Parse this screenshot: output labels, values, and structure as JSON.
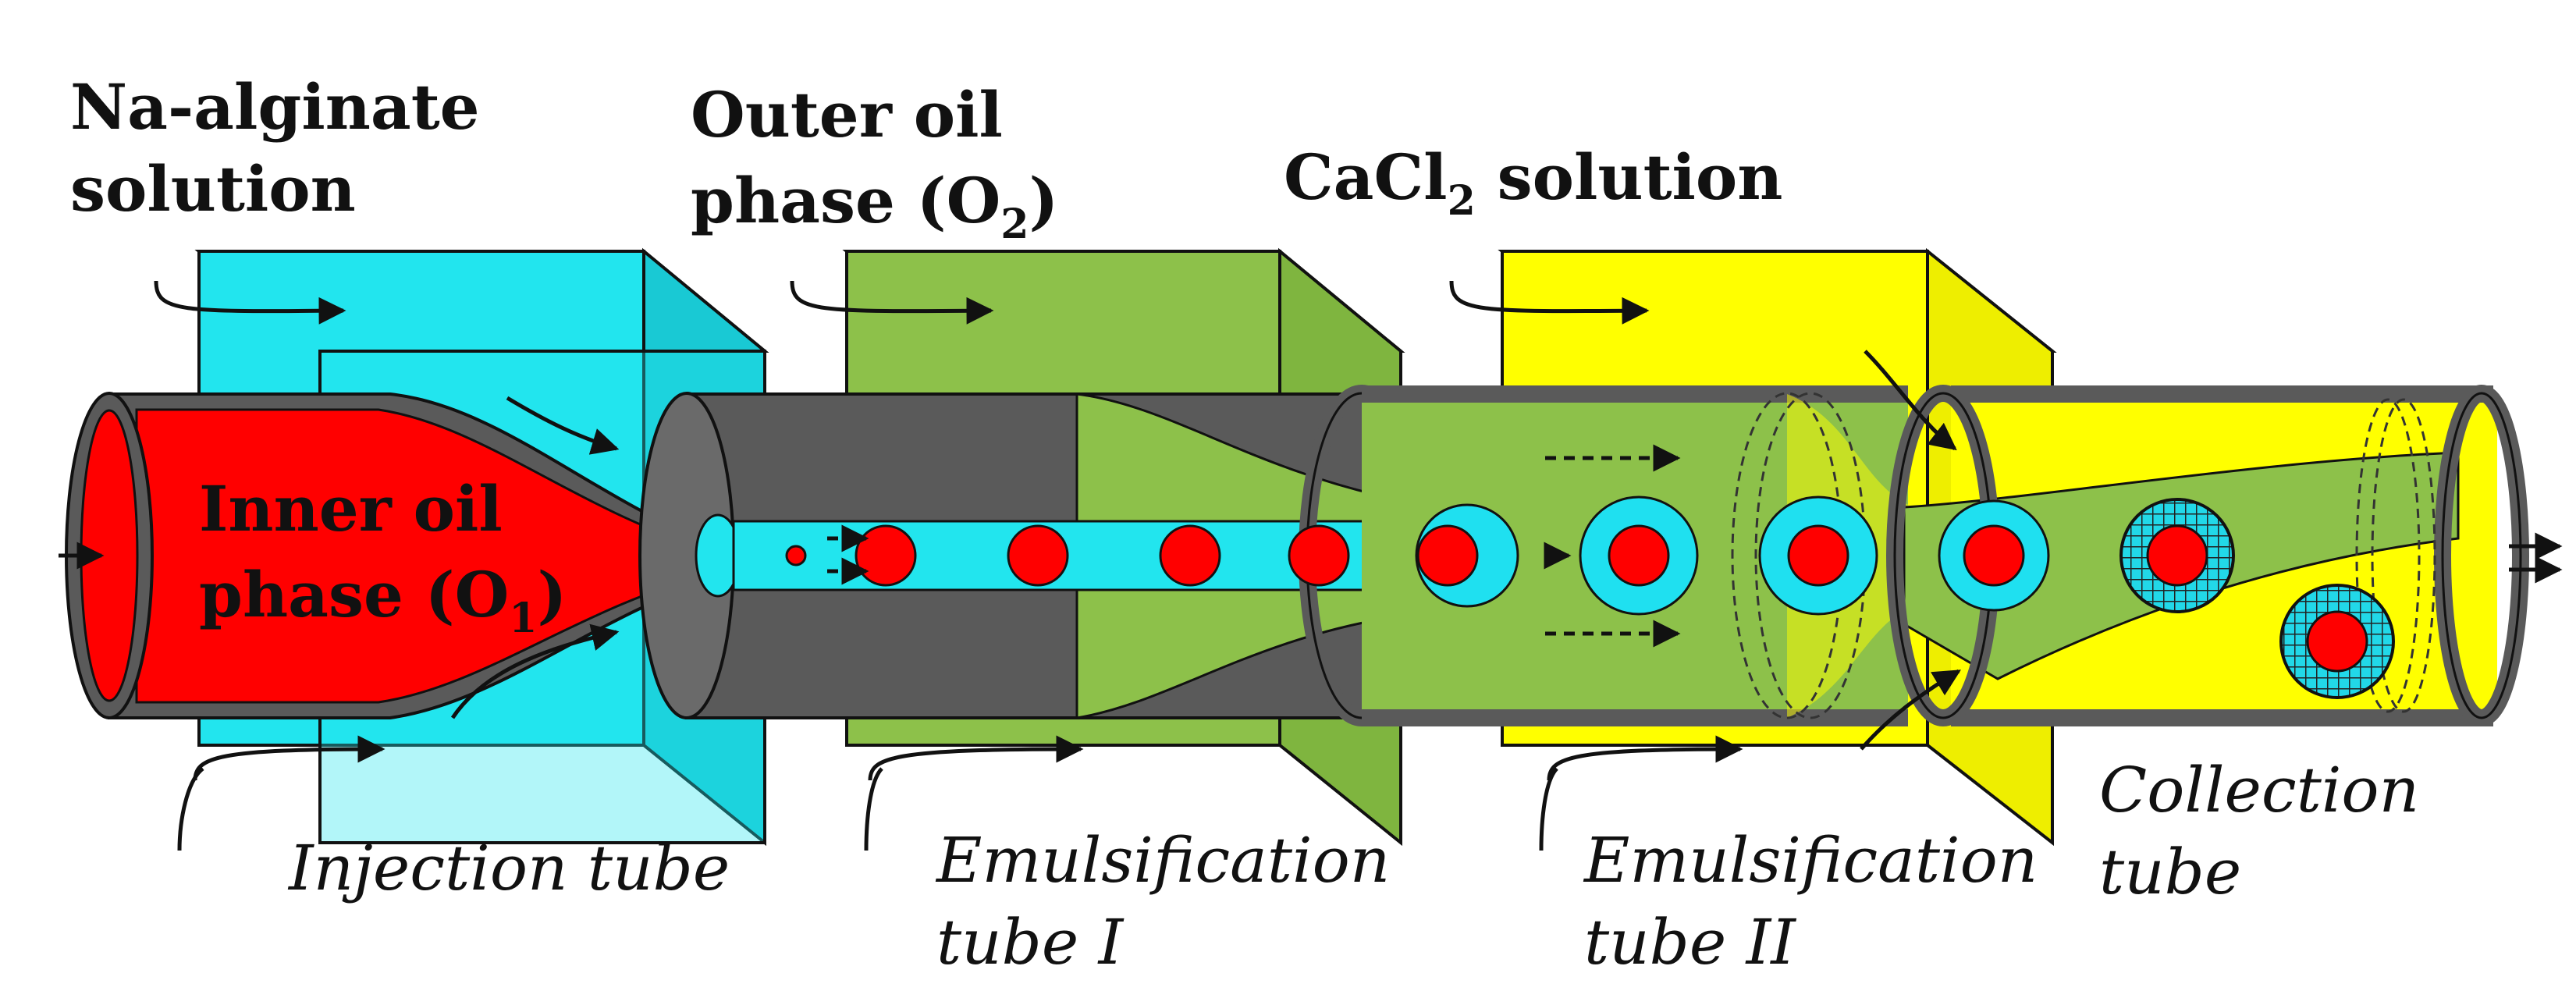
{
  "labels": {
    "na_alginate_line1": "Na-alginate",
    "na_alginate_line2": "solution",
    "outer_oil_line1": "Outer oil",
    "outer_oil_line2_pre": "phase (O",
    "outer_oil_sub": "2",
    "outer_oil_line2_post": ")",
    "cacl2_pre": "CaCl",
    "cacl2_sub": "2",
    "cacl2_post": " solution",
    "inner_oil_line1": "Inner oil",
    "inner_oil_line2_pre": "phase (O",
    "inner_oil_sub": "1",
    "inner_oil_line2_post": ")",
    "injection_tube": "Injection tube",
    "emulsification_1_line1": "Emulsification",
    "emulsification_1_line2": "tube I",
    "emulsification_2_line1": "Emulsification",
    "emulsification_2_line2": "tube II",
    "collection_line1": "Collection",
    "collection_line2": "tube"
  },
  "colors": {
    "cyan_box": "#22e5ee",
    "green_box": "#8dc14a",
    "yellow_box": "#ffff00",
    "dark_gray": "#5a5a5a",
    "inner_red": "#ff0000",
    "aqueous_cyan": "#1fe0f0",
    "outline": "#111111"
  }
}
